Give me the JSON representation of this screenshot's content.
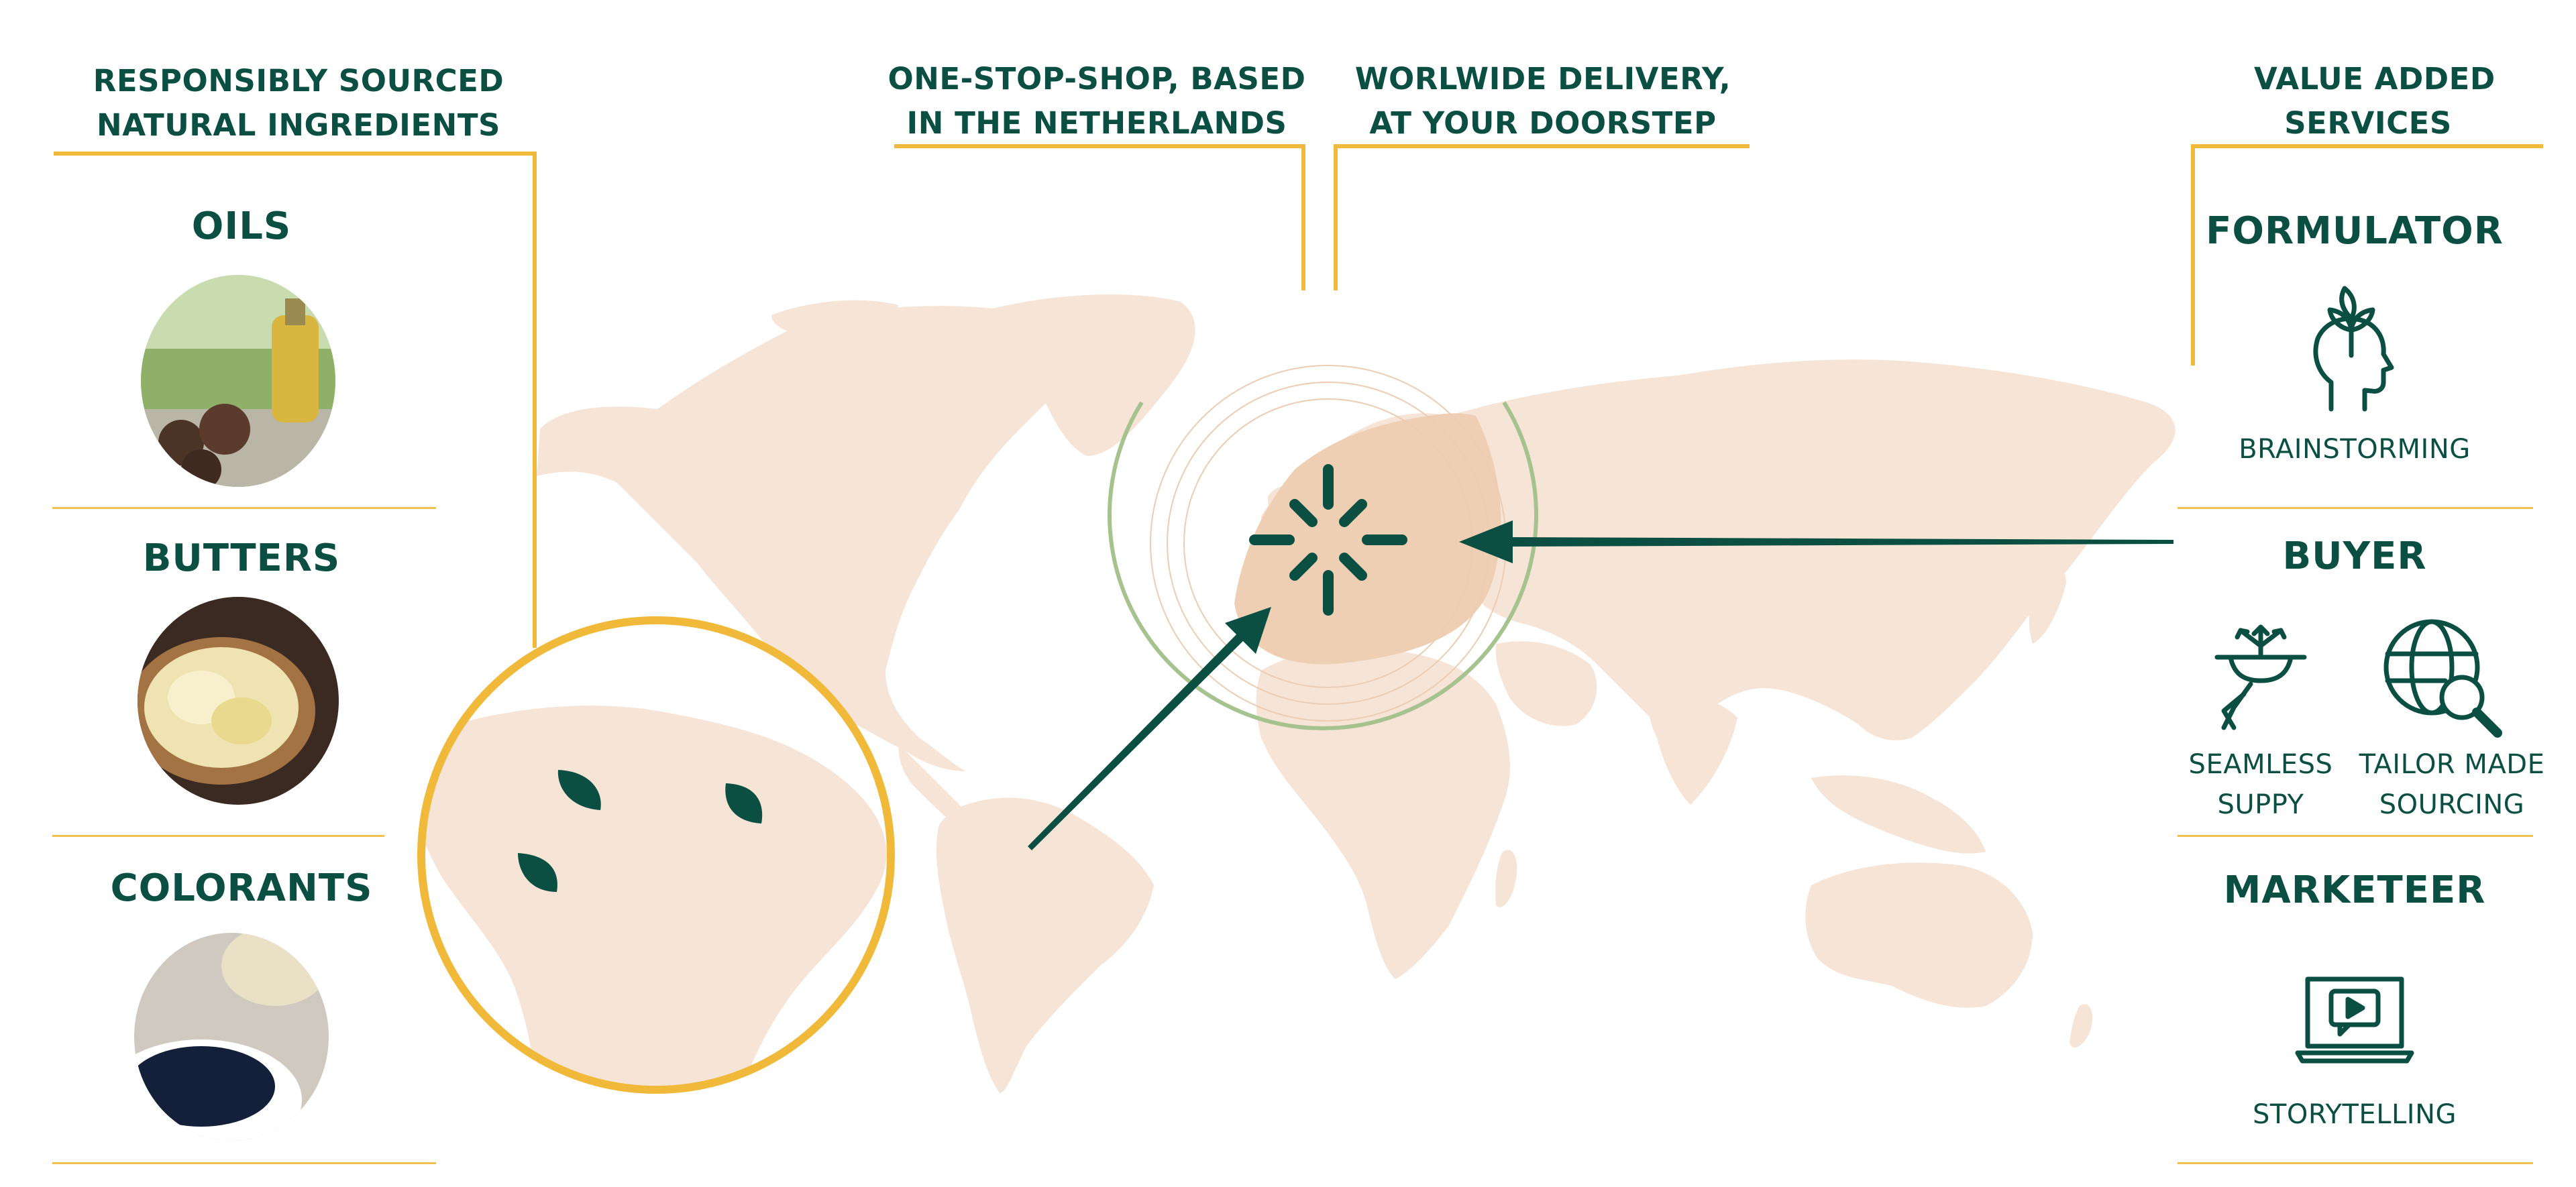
{
  "headers": {
    "sourced": [
      "RESPONSIBLY SOURCED",
      "NATURAL INGREDIENTS"
    ],
    "onestop": [
      "ONE-STOP-SHOP, BASED",
      "IN THE NETHERLANDS"
    ],
    "delivery": [
      "WORLWIDE DELIVERY,",
      "AT YOUR DOORSTEP"
    ],
    "services": [
      "VALUE ADDED",
      "SERVICES"
    ]
  },
  "ingredients": [
    {
      "label": "OILS",
      "image": "oil-bottle-and-seeds"
    },
    {
      "label": "BUTTERS",
      "image": "butter-on-wooden-spoon"
    },
    {
      "label": "COLORANTS",
      "image": "blue-pigment-powder"
    }
  ],
  "roles": [
    {
      "label": "FORMULATOR",
      "icon": "head-with-leaves-icon",
      "services": [
        "BRAINSTORMING"
      ]
    },
    {
      "label": "BUYER",
      "icons": [
        "supply-tray-icon",
        "globe-search-icon"
      ],
      "services": [
        [
          "SEAMLESS",
          "SUPPY"
        ],
        [
          "TAILOR MADE",
          "SOURCING"
        ]
      ]
    },
    {
      "label": "MARKETEER",
      "icon": "video-laptop-icon",
      "services": [
        "STORYTELLING"
      ]
    }
  ],
  "colors": {
    "brand_green": "#0b4f43",
    "accent_yellow": "#f1b93a",
    "map_land": "#f6e4d6",
    "europe_highlight": "#efcfb3",
    "ring_green": "#a6c38f"
  }
}
